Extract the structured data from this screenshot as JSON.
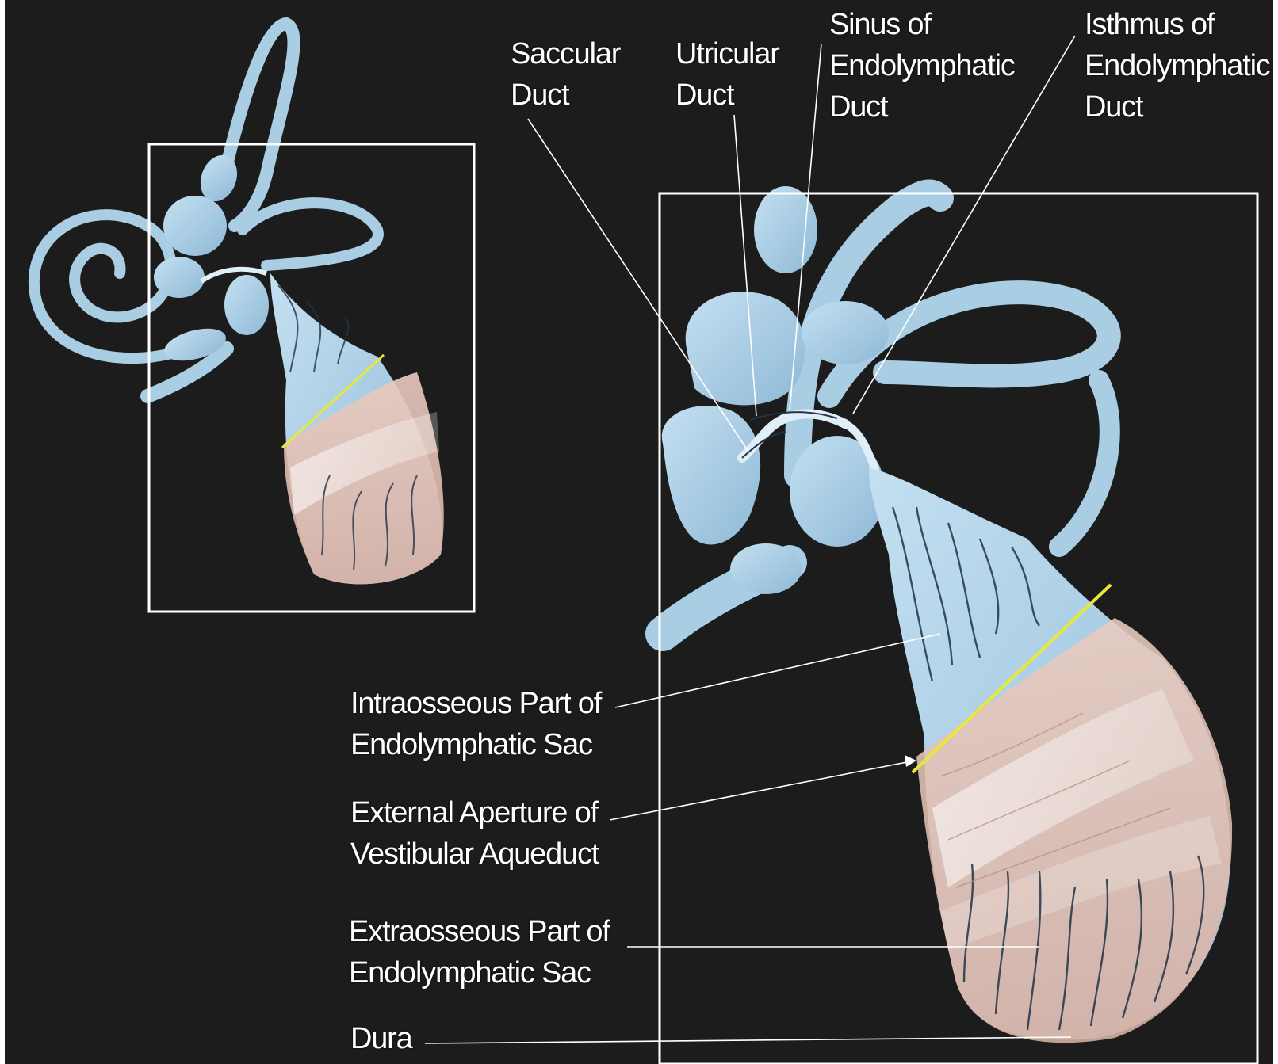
{
  "labels": {
    "saccular_duct": [
      "Saccular",
      "Duct"
    ],
    "utricular_duct": [
      "Utricular",
      "Duct"
    ],
    "sinus_endolymphatic_duct": [
      "Sinus of",
      "Endolymphatic",
      "Duct"
    ],
    "isthmus_endolymphatic_duct": [
      "Isthmus of",
      "Endolymphatic",
      "Duct"
    ],
    "intraosseous_sac": [
      "Intraosseous Part of",
      "Endolymphatic Sac"
    ],
    "external_aperture": [
      "External Aperture of",
      "Vestibular Aqueduct"
    ],
    "extraosseous_sac": [
      "Extraosseous Part of",
      "Endolymphatic Sac"
    ],
    "dura": [
      "Dura"
    ]
  },
  "colors": {
    "background": "#1c1c1c",
    "labyrinth": "#a9cde3",
    "labyrinth_shade": "#7faacb",
    "dura": "#e2bfb2",
    "boundary_line": "#e8e83a",
    "frame": "#ffffff",
    "leader": "#ffffff"
  }
}
